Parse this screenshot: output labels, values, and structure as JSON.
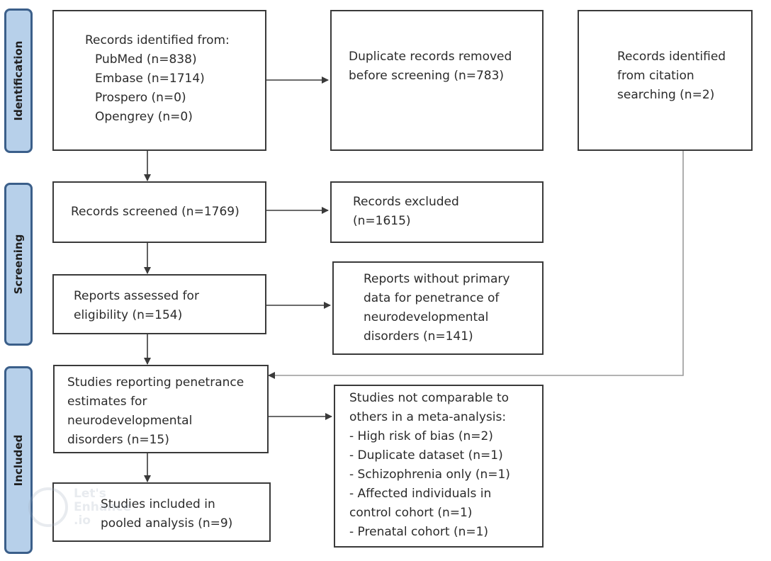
{
  "phases": {
    "identification": "Identification",
    "screening": "Screening",
    "included": "Included"
  },
  "boxes": {
    "records_identified": [
      "Records identified from:",
      "PubMed (n=838)",
      "Embase (n=1714)",
      "Prospero (n=0)",
      "Opengrey (n=0)"
    ],
    "duplicates_removed": [
      "Duplicate records removed",
      "before screening (n=783)"
    ],
    "citation_searching": [
      "Records identified",
      "from citation",
      "searching (n=2)"
    ],
    "records_screened": [
      "Records screened (n=1769)"
    ],
    "records_excluded": [
      "Records excluded",
      "(n=1615)"
    ],
    "reports_assessed": [
      "Reports assessed for",
      "eligibility (n=154)"
    ],
    "reports_without_data": [
      "Reports without primary",
      "data for penetrance of",
      "neurodevelopmental",
      "disorders (n=141)"
    ],
    "studies_reporting": [
      "Studies reporting penetrance",
      "estimates for",
      "neurodevelopmental",
      "disorders (n=15)"
    ],
    "studies_not_comparable": [
      "Studies not comparable to",
      "others in a meta-analysis:",
      "- High risk of bias (n=2)",
      "- Duplicate dataset (n=1)",
      "- Schizophrenia only (n=1)",
      "- Affected individuals in",
      "control cohort (n=1)",
      "- Prenatal cohort (n=1)"
    ],
    "studies_included": [
      "Studies included in",
      "pooled analysis (n=9)"
    ]
  },
  "watermark": [
    "Let's",
    "Enhance",
    ".io"
  ],
  "colors": {
    "phase_fill": "#b7d0ea",
    "phase_border": "#3b5f8a",
    "box_border": "#3a3a3a",
    "arrow": "#3a3a3a",
    "citation_line": "#9a9a9a"
  }
}
